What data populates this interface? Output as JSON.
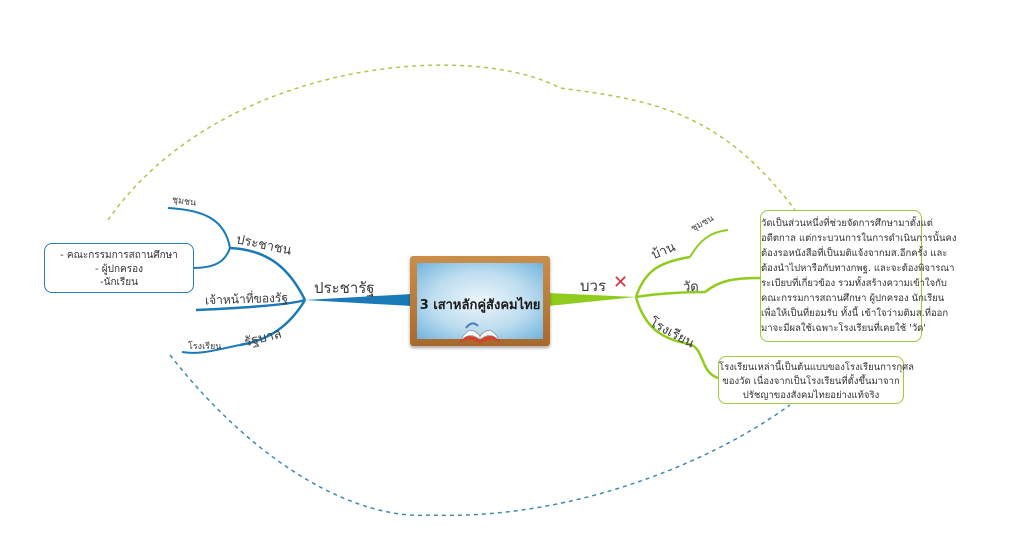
{
  "central": {
    "title": "3 เสาหลักคู่สังคมไทย",
    "icon": "open-book-icon"
  },
  "left_branch": {
    "label": "ประชารัฐ",
    "color": "#1a7ab8",
    "children": [
      {
        "label": "ประชาชน",
        "sub": [
          "ชุมชน"
        ],
        "note": [
          "- คณะกรรมการสถานศึกษา",
          "- ผู้ปกครอง",
          "-นักเรียน"
        ]
      },
      {
        "label": "เจ้าหน้าที่ของรัฐ"
      },
      {
        "label": "รัฐบาล",
        "sub": [
          "โรงเรียน"
        ]
      }
    ]
  },
  "right_branch": {
    "label": "บวร",
    "mark": "✕",
    "mark_color": "#d9333f",
    "color": "#8fcc1e",
    "children": [
      {
        "label": "บ้าน",
        "sub": [
          "ชุมชน"
        ]
      },
      {
        "label": "วัด",
        "note": [
          "วัดเป็นส่วนหนึ่งที่ช่วยจัดการศึกษามาตั้งแต่",
          "อดีตกาล แต่กระบวนการในการดำเนินการนั้นคง",
          "ต้องรอหนังสือที่เป็นมติแจ้งจากมส.อีกครั้ง และ",
          "ต้องนำไปหารือกับทางกพฐ. และจะต้องพิจารณา",
          "ระเบียบที่เกี่ยวข้อง รวมทั้งสร้างความเข้าใจกับ",
          "คณะกรรมการสถานศึกษา ผู้ปกครอง นักเรียน",
          "เพื่อให้เป็นที่ยอมรับ ทั้งนี้ เข้าใจว่ามติมส.ที่ออก",
          "มาจะมีผลใช้เฉพาะโรงเรียนที่เคยใช้ 'วัด'"
        ]
      },
      {
        "label": "โรงเรียน",
        "note": [
          "โรงเรียนเหล่านี้เป็นต้นแบบของโรงเรียนการกุศล",
          "ของวัด เนื่องจากเป็นโรงเรียนที่ตั้งขึ้นมาจาก",
          "ปรัชญาของสังคมไทยอย่างแท้จริง"
        ]
      }
    ]
  },
  "relationships": [
    {
      "name": "top-dashed-link",
      "color": "#a9c94a"
    },
    {
      "name": "bottom-dashed-link",
      "color": "#3b8bb5"
    }
  ]
}
